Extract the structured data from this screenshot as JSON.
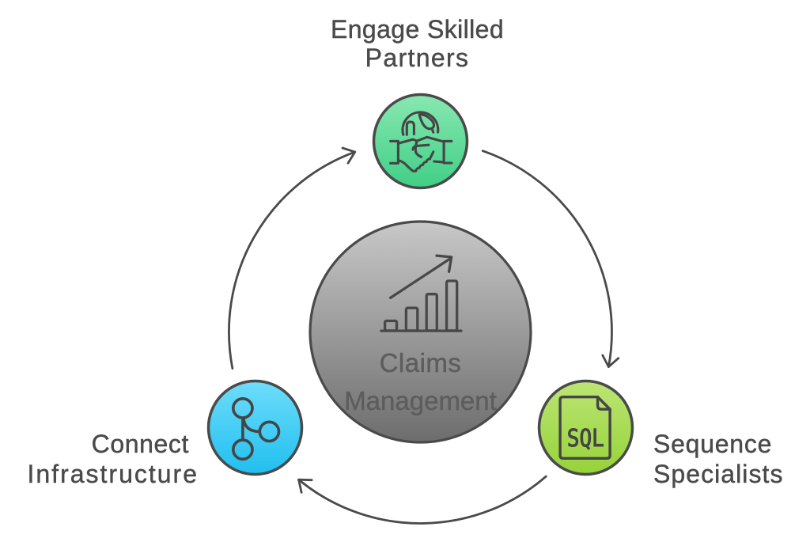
{
  "diagram": {
    "type": "cycle",
    "flow": "clockwise",
    "background": "#ffffff",
    "stroke_color": "#4a4a4a",
    "center": {
      "label_lines": [
        "Claims",
        "Management"
      ],
      "icon": "growth-bar-chart",
      "gradient_top": "#c8c8c8",
      "gradient_bottom": "#6d6d6d"
    },
    "nodes": [
      {
        "id": "engage-skilled-partners",
        "label_lines": [
          "Engage Skilled",
          "Partners"
        ],
        "icon": "handshake-globe",
        "gradient_top": "#88e8b1",
        "gradient_bottom": "#40cf86",
        "position": "top"
      },
      {
        "id": "sequence-specialists",
        "label_lines": [
          "Sequence",
          "Specialists"
        ],
        "icon": "sql-document",
        "gradient_top": "#bce574",
        "gradient_bottom": "#96d339",
        "position": "bottom-right"
      },
      {
        "id": "connect-infrastructure",
        "label_lines": [
          "Connect",
          "Infrastructure"
        ],
        "icon": "network-nodes",
        "gradient_top": "#6eddfa",
        "gradient_bottom": "#20bff0",
        "position": "bottom-left"
      }
    ],
    "sql_icon_text": "SQL"
  }
}
